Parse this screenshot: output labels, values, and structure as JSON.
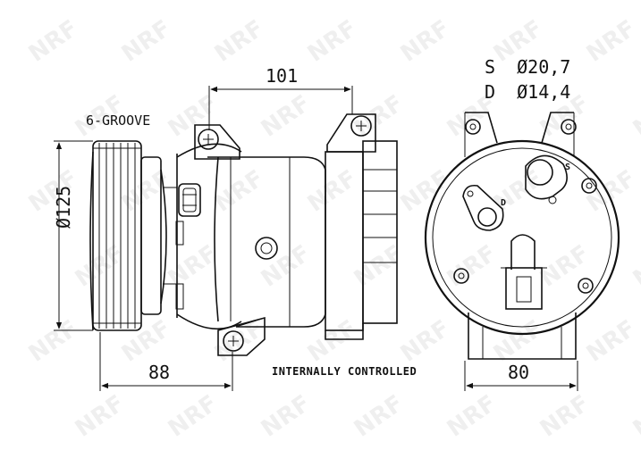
{
  "watermark": {
    "text": "NRF"
  },
  "labels": {
    "groove": "6-GROOVE",
    "length_top": "101",
    "diameter_pulley": "Ø125",
    "length_bottom": "88",
    "control_note": "INTERNALLY CONTROLLED",
    "width_right": "80",
    "suction": "S  Ø20,7",
    "discharge": "D  Ø14,4",
    "port_s": "S",
    "port_d": "D"
  }
}
